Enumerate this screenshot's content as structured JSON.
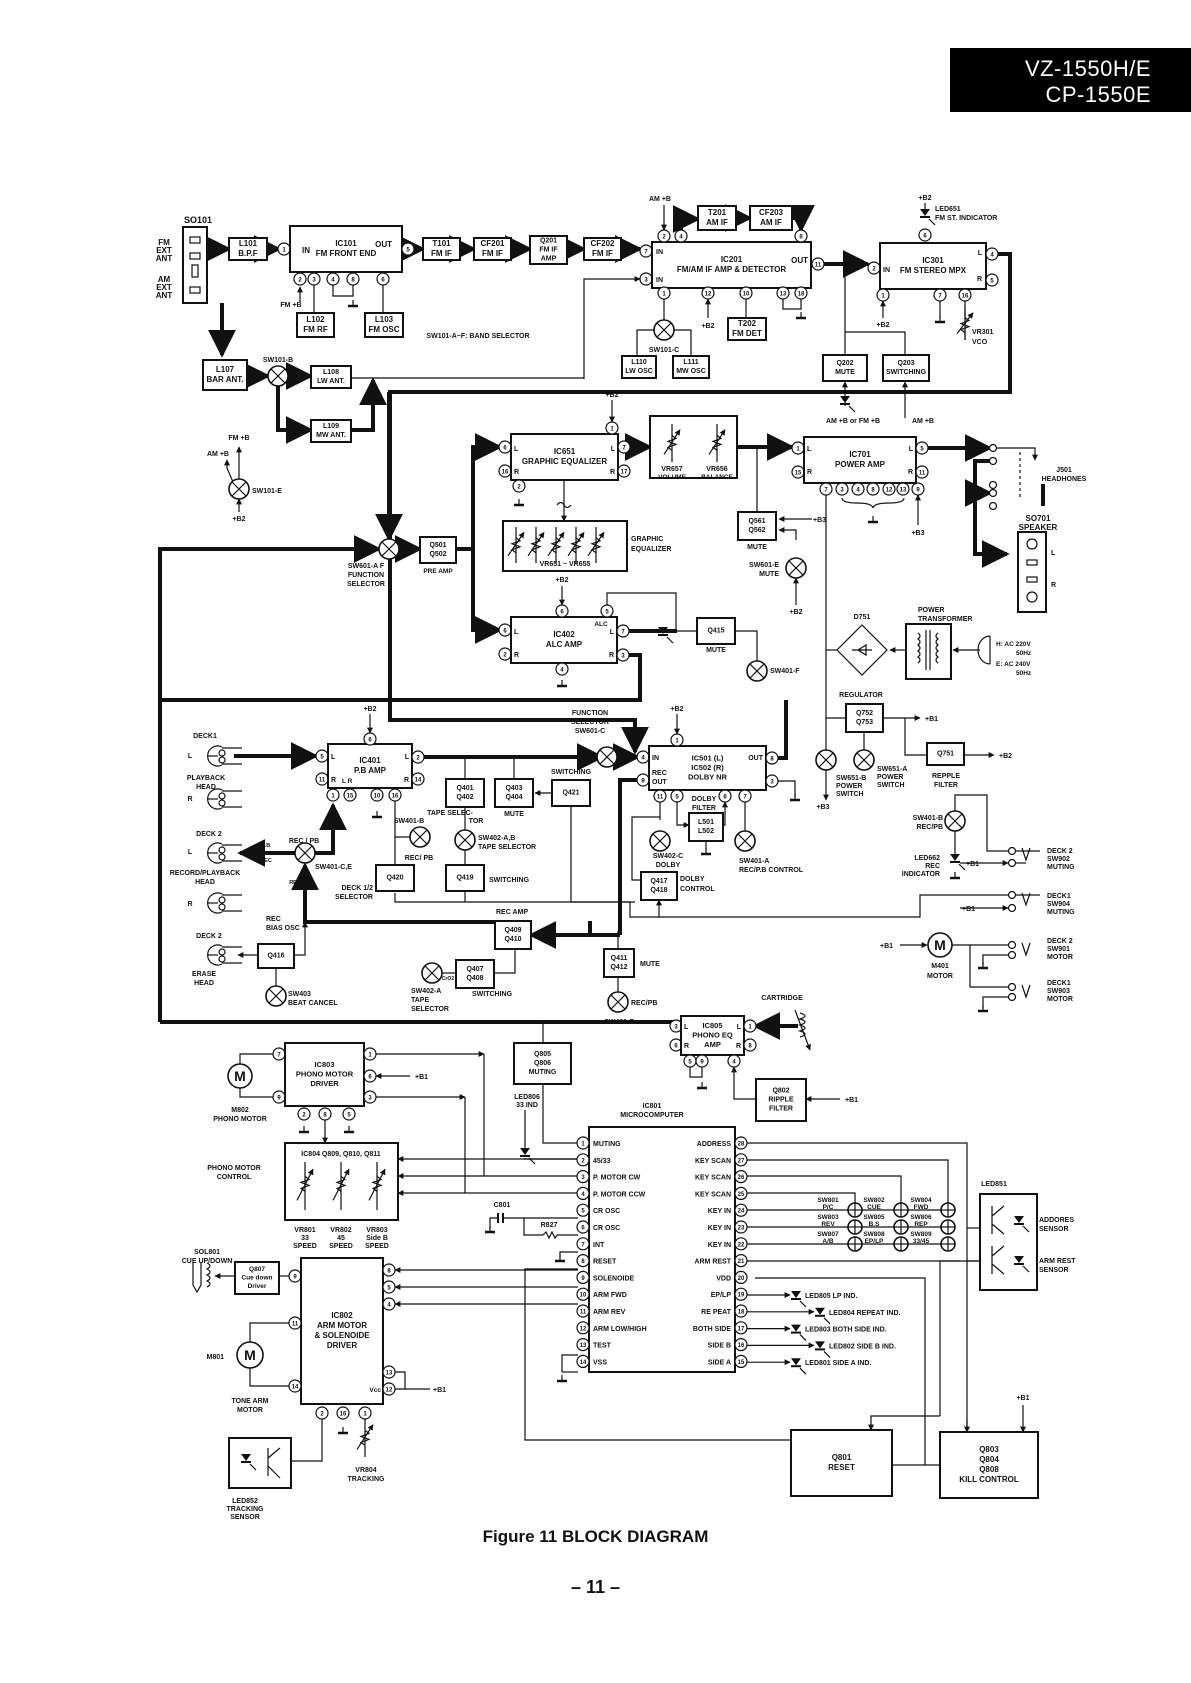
{
  "header": {
    "model_line_1": "VZ-1550H/E",
    "model_line_2": "CP-1550E"
  },
  "caption": "Figure 11  BLOCK DIAGRAM",
  "page_number": "– 11 –",
  "blocks": [
    {
      "id": "so101",
      "lines": [
        "SO101"
      ],
      "label_above": true
    },
    {
      "id": "l101",
      "lines": [
        "L101",
        "B.P.F"
      ]
    },
    {
      "id": "ic101",
      "lines": [
        "IC101",
        "FM FRONT END"
      ]
    },
    {
      "id": "t101",
      "lines": [
        "T101",
        "FM IF"
      ]
    },
    {
      "id": "cf201",
      "lines": [
        "CF201",
        "FM IF"
      ]
    },
    {
      "id": "q201",
      "lines": [
        "Q201",
        "FM IF",
        "AMP"
      ]
    },
    {
      "id": "cf202",
      "lines": [
        "CF202",
        "FM IF"
      ]
    },
    {
      "id": "t201",
      "lines": [
        "T201",
        "AM IF"
      ]
    },
    {
      "id": "cf203",
      "lines": [
        "CF203",
        "AM IF"
      ]
    },
    {
      "id": "ic201",
      "lines": [
        "IC201",
        "FM/AM IF AMP & DETECTOR"
      ]
    },
    {
      "id": "ic301",
      "lines": [
        "IC301",
        "FM STEREO MPX"
      ]
    },
    {
      "id": "l102",
      "lines": [
        "L102",
        "FM RF"
      ]
    },
    {
      "id": "l103",
      "lines": [
        "L103",
        "FM OSC"
      ]
    },
    {
      "id": "t202",
      "lines": [
        "T202",
        "FM DET"
      ]
    },
    {
      "id": "l110",
      "lines": [
        "L110",
        "LW OSC"
      ]
    },
    {
      "id": "l111",
      "lines": [
        "L111",
        "MW OSC"
      ]
    },
    {
      "id": "q202",
      "lines": [
        "Q202",
        "MUTE"
      ]
    },
    {
      "id": "q203",
      "lines": [
        "Q203",
        "SWITCHING"
      ]
    },
    {
      "id": "l107",
      "lines": [
        "L107",
        "BAR ANT."
      ]
    },
    {
      "id": "l108",
      "lines": [
        "L108",
        "LW ANT."
      ]
    },
    {
      "id": "l109",
      "lines": [
        "L109",
        "MW ANT."
      ]
    },
    {
      "id": "ic651",
      "lines": [
        "IC651",
        "GRAPHIC EQUALIZER"
      ]
    },
    {
      "id": "vr657",
      "lines": [
        "VR657   VR656",
        "VOLUME  BALANCE"
      ]
    },
    {
      "id": "ic701",
      "lines": [
        "IC701",
        "POWER AMP"
      ]
    },
    {
      "id": "geq",
      "lines": [
        "VR651 ~ VR655"
      ]
    },
    {
      "id": "q501",
      "lines": [
        "Q501",
        "Q502"
      ]
    },
    {
      "id": "q561",
      "lines": [
        "Q561",
        "Q562"
      ]
    },
    {
      "id": "ic402",
      "lines": [
        "IC402",
        "ALC AMP"
      ]
    },
    {
      "id": "q415",
      "lines": [
        "Q415"
      ]
    },
    {
      "id": "ic401",
      "lines": [
        "IC401",
        "P.B AMP"
      ]
    },
    {
      "id": "q401",
      "lines": [
        "Q401",
        "Q402"
      ]
    },
    {
      "id": "q403",
      "lines": [
        "Q403",
        "Q404"
      ]
    },
    {
      "id": "q421",
      "lines": [
        "Q421"
      ]
    },
    {
      "id": "ic501",
      "lines": [
        "IC501 (L)",
        "IC502 (R)",
        "DOLBY NR"
      ]
    },
    {
      "id": "l501",
      "lines": [
        "L501",
        "L502"
      ]
    },
    {
      "id": "q417",
      "lines": [
        "Q417",
        "Q418"
      ]
    },
    {
      "id": "q420",
      "lines": [
        "Q420"
      ]
    },
    {
      "id": "q419",
      "lines": [
        "Q419"
      ]
    },
    {
      "id": "q409",
      "lines": [
        "Q409",
        "Q410"
      ]
    },
    {
      "id": "q416",
      "lines": [
        "Q416"
      ]
    },
    {
      "id": "q407",
      "lines": [
        "Q407",
        "Q408"
      ]
    },
    {
      "id": "q411",
      "lines": [
        "Q411",
        "Q412"
      ]
    },
    {
      "id": "q752",
      "lines": [
        "Q752",
        "Q753"
      ]
    },
    {
      "id": "q751",
      "lines": [
        "Q751"
      ]
    },
    {
      "id": "ic805",
      "lines": [
        "IC805",
        "PHONO EQ",
        "AMP"
      ]
    },
    {
      "id": "q805",
      "lines": [
        "Q805",
        "Q806",
        "MUTING"
      ]
    },
    {
      "id": "q802",
      "lines": [
        "Q802",
        "RIPPLE",
        "FILTER"
      ]
    },
    {
      "id": "ic803",
      "lines": [
        "IC803",
        "PHONO MOTOR",
        "DRIVER"
      ]
    },
    {
      "id": "ic804",
      "lines": [
        "IC804 Q809, Q810, Q811"
      ]
    },
    {
      "id": "ic801",
      "lines": []
    },
    {
      "id": "q807",
      "lines": [
        "Q807",
        "Cue down",
        "Driver"
      ]
    },
    {
      "id": "ic802",
      "lines": [
        "IC802",
        "ARM MOTOR",
        "& SOLENOIDE",
        "DRIVER"
      ]
    },
    {
      "id": "q801",
      "lines": [
        "Q801",
        "RESET"
      ]
    },
    {
      "id": "q803",
      "lines": [
        "Q803",
        "Q804",
        "Q808",
        "KILL CONTROL"
      ]
    },
    {
      "id": "led852",
      "lines": []
    },
    {
      "id": "led851",
      "lines": []
    }
  ],
  "labels": {
    "fm_ext_ant": [
      "FM",
      "EXT",
      "ANT"
    ],
    "am_ext_ant": [
      "AM",
      "EXT",
      "ANT"
    ],
    "band_selector": "SW101-A~F: BAND SELECTOR",
    "sw101b": "SW101-B",
    "sw101c": "SW101-C",
    "sw101e": "SW101-E",
    "am_b": "AM +B",
    "fm_b": "FM +B",
    "plus_b1": "+B1",
    "plus_b2": "+B2",
    "plus_b3": "+B3",
    "led651": [
      "LED651",
      "FM ST. INDICATOR"
    ],
    "vr301": [
      "VR301",
      "VCO"
    ],
    "am_or_fm_b": "AM +B or FM +B",
    "j501": [
      "J501",
      "HEADHONES"
    ],
    "so701": [
      "SO701",
      "SPEAKER"
    ],
    "sp_l": "L",
    "sp_r": "R",
    "geq_label": [
      "GRAPHIC",
      "EQUALIZER"
    ],
    "sw601a": [
      "SW601-A  F",
      "FUNCTION",
      "SELECTOR"
    ],
    "pre_amp": "PRE AMP",
    "mute": "MUTE",
    "sw601e": [
      "SW601-E",
      "MUTE"
    ],
    "d751": "D751",
    "power_transformer": [
      "POWER",
      "TRANSFORMER"
    ],
    "ac_input": [
      "H: AC 220V",
      "50Hz",
      "E: AC 240V",
      "50Hz"
    ],
    "sw401f_top": "SW401-F",
    "regulator": "REGULATOR",
    "sw651b": [
      "SW651-B",
      "POWER",
      "SWITCH"
    ],
    "sw651a": [
      "SW651-A",
      "POWER",
      "SWITCH"
    ],
    "ripple_filter": [
      "REPPLE",
      "FILTER"
    ],
    "func_selector_c": [
      "FUNCTION",
      "SELECTOR",
      "SW601-C"
    ],
    "deck1": "DECK1",
    "playback_head": [
      "PLAYBACK",
      "HEAD"
    ],
    "deck2": "DECK 2",
    "rec_pb_head": [
      "RECORD/PLAYBACK",
      "HEAD"
    ],
    "deck2_erase": "DECK 2",
    "erase_head": [
      "ERASE",
      "HEAD"
    ],
    "rec_pb": "REC / PB",
    "sw401ce": "SW401-C,E",
    "pb_arrow": "P.B",
    "rec_arrow": "REC",
    "rec_small": "REC",
    "sw401b": [
      "SW401-B",
      "REC/ PB"
    ],
    "tape_selector_sel": [
      "TAPE  SELEC-",
      "TOR"
    ],
    "sw402ab": [
      "SW402-A,B",
      "TAPE SELECTOR"
    ],
    "switching": "SWITCHING",
    "deck12_selector": [
      "DECK 1/2",
      "SELECTOR"
    ],
    "rec_amp": "REC AMP",
    "rec_bias_osc": [
      "REC",
      "BIAS OSC"
    ],
    "sw403": [
      "SW403",
      "BEAT CANCEL"
    ],
    "sw402a": [
      "SW402-A",
      "TAPE",
      "SELECTOR"
    ],
    "cro2": "CrO2",
    "switching2": "SWITCHING",
    "mute_q411": "MUTE",
    "rec_pb2": "REC/PB",
    "sw401f": "SW401-F",
    "dolby_filter": [
      "DOLBY",
      "FILTER"
    ],
    "sw402c": [
      "SW402-C",
      "DOLBY"
    ],
    "sw401a": [
      "SW401-A",
      "REC/P.B CONTROL"
    ],
    "dolby_control": [
      "DOLBY",
      "CONTROL"
    ],
    "sw401b_right": [
      "SW401-B",
      "REC/PB"
    ],
    "led662": [
      "LED662",
      "REC",
      "INDICATOR"
    ],
    "deck2_sw902": [
      "DECK 2",
      "SW902",
      "MUTING"
    ],
    "deck1_sw904": [
      "DECK1",
      "SW904",
      "MUTING"
    ],
    "m401": [
      "M401",
      "MOTOR"
    ],
    "deck2_sw901": [
      "DECK 2",
      "SW901",
      "MOTOR"
    ],
    "deck1_sw903": [
      "DECK1",
      "SW903",
      "MOTOR"
    ],
    "cartridge": "CARTRIDGE",
    "m802": [
      "M802",
      "PHONO MOTOR"
    ],
    "led806": [
      "LED806",
      "33 IND"
    ],
    "ic801_title": [
      "IC801",
      "MICROCOMPUTER"
    ],
    "phono_motor_control": [
      "PHONO MOTOR",
      "CONTROL"
    ],
    "vr801": [
      "VR801",
      "33",
      "SPEED"
    ],
    "vr802": [
      "VR802",
      "45",
      "SPEED"
    ],
    "vr803": [
      "VR803",
      "Side B",
      "SPEED"
    ],
    "c801": "C801",
    "r827": "R827",
    "sol801": [
      "SOL801",
      "CUE UP/DOWN"
    ],
    "m801": "M801",
    "tone_arm_motor": [
      "TONE ARM",
      "MOTOR"
    ],
    "vcc": "Vcc",
    "vr804": [
      "VR804",
      "TRACKING"
    ],
    "led852": [
      "LED852",
      "TRACKING",
      "SENSOR"
    ],
    "led851": "LED851",
    "address_sensor": [
      "ADDORES",
      "SENSOR"
    ],
    "arm_rest_sensor": [
      "ARM REST",
      "SENSOR"
    ]
  },
  "ic801_pins_left": [
    {
      "pin": "1",
      "name": "MUTING"
    },
    {
      "pin": "2",
      "name": "45/33"
    },
    {
      "pin": "3",
      "name": "P. MOTOR CW"
    },
    {
      "pin": "4",
      "name": "P. MOTOR CCW"
    },
    {
      "pin": "5",
      "name": "CR OSC"
    },
    {
      "pin": "6",
      "name": "CR OSC"
    },
    {
      "pin": "7",
      "name": "INT"
    },
    {
      "pin": "8",
      "name": "RESET"
    },
    {
      "pin": "9",
      "name": "SOLENOIDE"
    },
    {
      "pin": "10",
      "name": "ARM FWD"
    },
    {
      "pin": "11",
      "name": "ARM REV"
    },
    {
      "pin": "12",
      "name": "ARM LOW/HIGH"
    },
    {
      "pin": "13",
      "name": "TEST"
    },
    {
      "pin": "14",
      "name": "VSS"
    }
  ],
  "ic801_pins_right": [
    {
      "pin": "28",
      "name": "ADDRESS"
    },
    {
      "pin": "27",
      "name": "KEY SCAN"
    },
    {
      "pin": "26",
      "name": "KEY SCAN"
    },
    {
      "pin": "25",
      "name": "KEY SCAN"
    },
    {
      "pin": "24",
      "name": "KEY IN"
    },
    {
      "pin": "23",
      "name": "KEY IN"
    },
    {
      "pin": "22",
      "name": "KEY IN"
    },
    {
      "pin": "21",
      "name": "ARM REST"
    },
    {
      "pin": "20",
      "name": "VDD"
    },
    {
      "pin": "19",
      "name": "EP/LP"
    },
    {
      "pin": "18",
      "name": "RE PEAT"
    },
    {
      "pin": "17",
      "name": "BOTH SIDE"
    },
    {
      "pin": "16",
      "name": "SIDE B"
    },
    {
      "pin": "15",
      "name": "SIDE A"
    }
  ],
  "key_switches": [
    [
      "SW801",
      "P/C"
    ],
    [
      "SW802",
      "CUE"
    ],
    [
      "SW804",
      "FWD"
    ],
    [
      "SW803",
      "REV"
    ],
    [
      "SW805",
      "B.S"
    ],
    [
      "SW806",
      "REP"
    ],
    [
      "SW807",
      "A/B"
    ],
    [
      "SW808",
      "EP/LP"
    ],
    [
      "SW809",
      "33/45"
    ]
  ],
  "leds": [
    "LED805 LP IND.",
    "LED804 REPEAT IND.",
    "LED803 BOTH SIDE IND.",
    "LED802 SIDE B IND.",
    "LED801 SIDE A IND."
  ]
}
